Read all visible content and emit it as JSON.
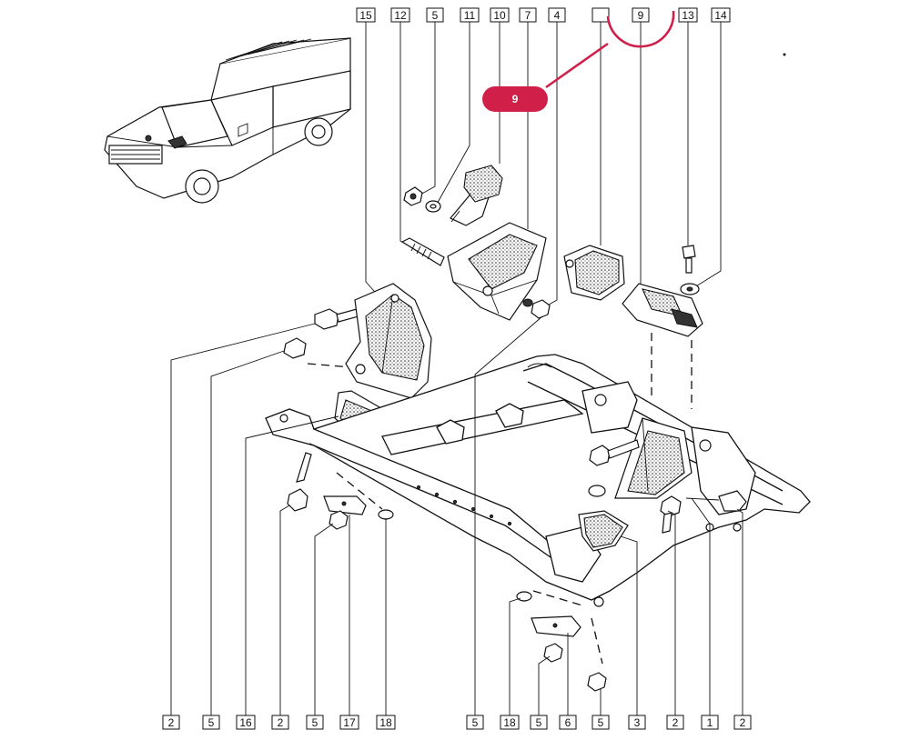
{
  "top_callouts": [
    "15",
    "12",
    "5",
    "11",
    "10",
    "7",
    "4",
    "",
    "9",
    "13",
    "14"
  ],
  "bottom_callouts": [
    "2",
    "5",
    "16",
    "2",
    "5",
    "17",
    "18",
    "5",
    "18",
    "5",
    "6",
    "5",
    "3",
    "2",
    "1",
    "2"
  ],
  "highlight": {
    "label": "9",
    "color": "#d0204a"
  },
  "icons": [
    "van-illustration",
    "engine-mount-bracket",
    "subframe",
    "bolt",
    "nut",
    "washer",
    "rubber-bush"
  ]
}
